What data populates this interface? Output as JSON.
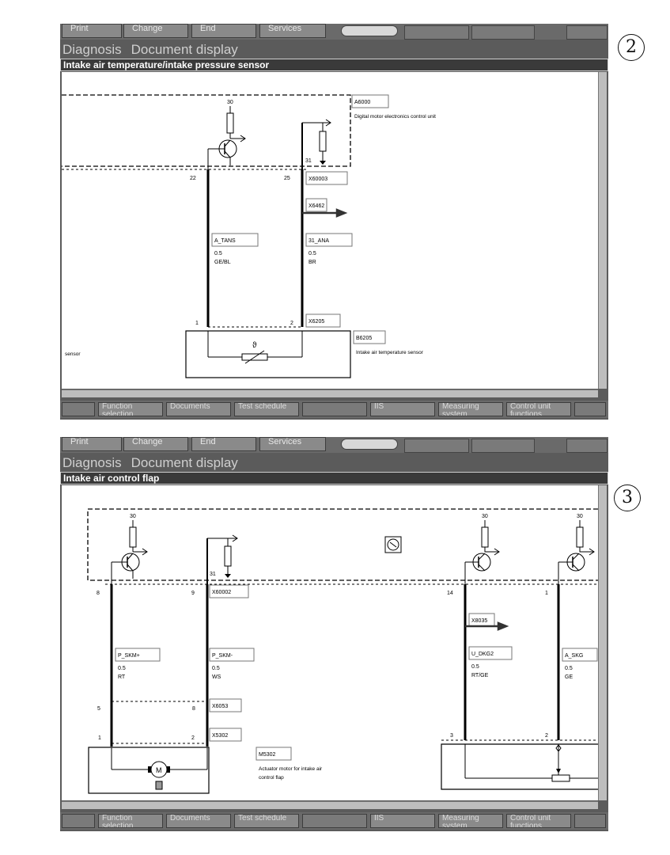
{
  "pages": [
    {
      "page_number": "2",
      "toolbar": [
        "Print",
        "Change",
        "End",
        "Services"
      ],
      "breadcrumb": [
        "Diagnosis",
        "Document display"
      ],
      "title": "Intake air temperature/intake pressure sensor",
      "bottom_buttons": [
        "Function selection",
        "Documents",
        "Test schedule",
        "IIS",
        "Measuring system",
        "Control unit functions"
      ],
      "diagram": {
        "unit_id": "A6000",
        "unit_name": "Digital motor electronics control unit",
        "supply_30": "30",
        "ground_31": "31",
        "pin_left": "22",
        "pin_right": "25",
        "connector_top": "X60003",
        "splice": "X6462",
        "wire_left_name": "A_TANS",
        "wire_left_size": "0.5",
        "wire_left_color": "GE/BL",
        "wire_right_name": "31_ANA",
        "wire_right_size": "0.5",
        "wire_right_color": "BR",
        "sensor_pin_1": "1",
        "sensor_pin_2": "2",
        "connector_bottom": "X6205",
        "sensor_id": "B6205",
        "sensor_name": "Intake air temperature sensor",
        "left_label": "sensor"
      }
    },
    {
      "page_number": "3",
      "toolbar": [
        "Print",
        "Change",
        "End",
        "Services"
      ],
      "breadcrumb": [
        "Diagnosis",
        "Document display"
      ],
      "title": "Intake air control flap",
      "bottom_buttons": [
        "Function selection",
        "Documents",
        "Test schedule",
        "IIS",
        "Measuring system",
        "Control unit functions"
      ],
      "diagram": {
        "supply_a": "30",
        "supply_b": "30",
        "supply_c": "30",
        "ground_31": "31",
        "pin_8": "8",
        "pin_9": "9",
        "pin_14": "14",
        "pin_1": "1",
        "connector_top": "X60002",
        "splice": "X8035",
        "wire_a_name": "P_SKM+",
        "wire_a_size": "0.5",
        "wire_a_color": "RT",
        "wire_b_name": "P_SKM-",
        "wire_b_size": "0.5",
        "wire_b_color": "WS",
        "wire_c_name": "U_DKG2",
        "wire_c_size": "0.5",
        "wire_c_color": "RT/GE",
        "wire_d_name": "A_SKG",
        "wire_d_size": "0.5",
        "wire_d_color": "GE",
        "mid_pin_5": "5",
        "mid_pin_8": "8",
        "connector_mid": "X6053",
        "motor_pin_1": "1",
        "motor_pin_2": "2",
        "connector_motor": "X5302",
        "motor_id": "M5302",
        "motor_name_1": "Actuator motor for intake air",
        "motor_name_2": "control flap",
        "motor_symbol": "M",
        "right_pin_3": "3",
        "right_pin_2": "2"
      }
    }
  ]
}
